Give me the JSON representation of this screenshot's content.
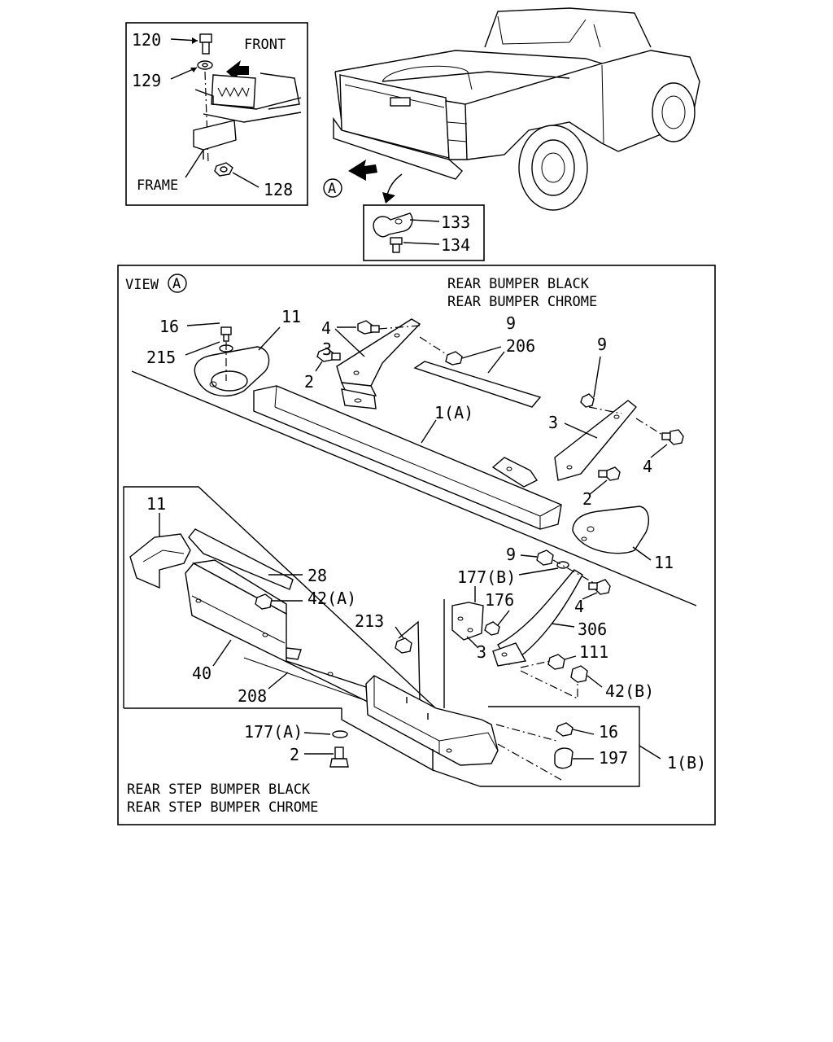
{
  "diagram": {
    "inset_detail": {
      "labels": [
        "120",
        "129",
        "128",
        "FRONT",
        "FRAME"
      ]
    },
    "view_marker": "A",
    "hook_inset": {
      "labels": [
        "133",
        "134"
      ]
    },
    "view_a": {
      "title": "VIEW",
      "marker": "A",
      "header_lines": [
        "REAR BUMPER BLACK",
        "REAR BUMPER CHROME"
      ],
      "footer_lines": [
        "REAR STEP BUMPER BLACK",
        "REAR STEP BUMPER CHROME"
      ]
    },
    "callouts": {
      "upper": [
        "4",
        "3",
        "9",
        "206",
        "16",
        "11",
        "215",
        "2",
        "9",
        "3",
        "4",
        "2",
        "1(A)",
        "11"
      ],
      "lower": [
        "11",
        "28",
        "42(A)",
        "177(B)",
        "176",
        "9",
        "4",
        "306",
        "3",
        "111",
        "213",
        "40",
        "208",
        "42(B)",
        "177(A)",
        "16",
        "2",
        "197",
        "1(B)"
      ]
    }
  }
}
